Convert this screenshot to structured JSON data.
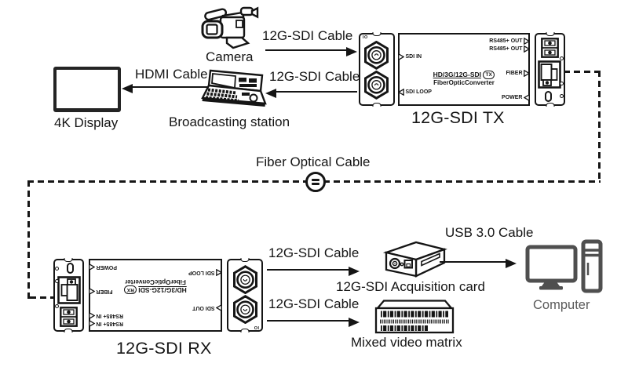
{
  "nodes": {
    "camera": {
      "label": "Camera"
    },
    "display": {
      "label": "4K Display"
    },
    "station": {
      "label": "Broadcasting station"
    },
    "tx": {
      "caption": "12G-SDI TX"
    },
    "rx": {
      "caption": "12G-SDI RX"
    },
    "acquisition": {
      "label": "12G-SDI Acquisition card"
    },
    "matrix": {
      "label": "Mixed video matrix"
    },
    "computer": {
      "label": "Computer"
    }
  },
  "cables": {
    "camera_to_tx": "12G-SDI Cable",
    "tx_to_station": "12G-SDI Cable",
    "station_to_display": "HDMI Cable",
    "fiber": "Fiber Optical Cable",
    "rx_to_acquisition": "12G-SDI Cable",
    "rx_to_matrix": "12G-SDI Cable",
    "acquisition_to_computer": "USB 3.0 Cable"
  },
  "devices": {
    "tx": {
      "io": "IO",
      "sdi_top": "SDI IN",
      "sdi_bottom": "SDI LOOP",
      "rs1": "RS485+ OUT",
      "rs2": "RS485+ OUT",
      "fiber": "FIBER",
      "power": "POWER",
      "title": "HD/3G/12G-SDI",
      "badge": "TX",
      "subtitle": "FiberOpticConverter"
    },
    "rx": {
      "io": "IO",
      "sdi_top": "SDI OUT",
      "sdi_bottom": "SDI LOOP",
      "rs1": "RS485+ IN",
      "rs2": "RS485+ IN",
      "fiber": "FIBER",
      "power": "POWER",
      "title": "HD/3G/12G-SDI",
      "badge": "RX",
      "subtitle": "FiberOpticConverter"
    }
  },
  "colors": {
    "ink": "#151515",
    "background": "#ffffff",
    "computer_gray": "#4f4f4f"
  }
}
